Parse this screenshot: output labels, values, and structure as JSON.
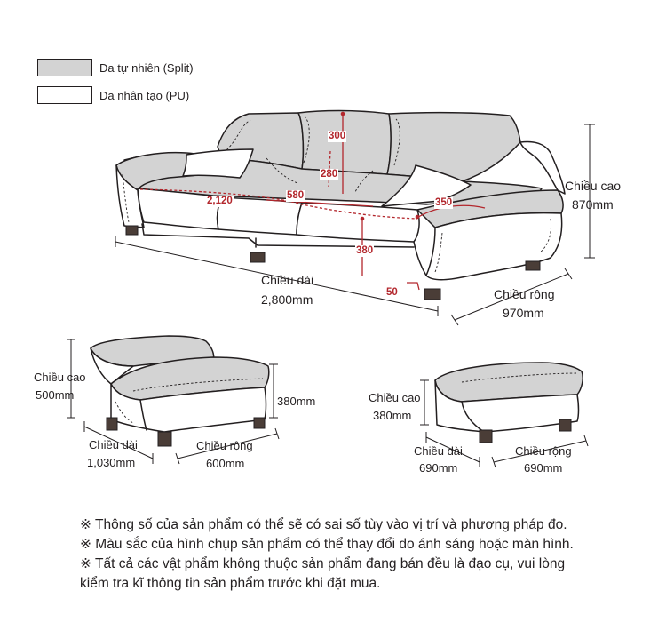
{
  "legend": [
    {
      "label": "Da tự nhiên (Split)",
      "fill": "#d3d3d3"
    },
    {
      "label": "Da nhân tạo (PU)",
      "fill": "#ffffff"
    }
  ],
  "colors": {
    "line": "#231f20",
    "grey": "#d3d3d3",
    "accent": "#b3272d"
  },
  "sofa": {
    "measures": {
      "back_height": "300",
      "cushion_depth": "280",
      "seat_width": "580",
      "seat_length": "2,120",
      "armrest_width": "350",
      "seat_height": "380",
      "leg_height": "50"
    },
    "height_label": "Chiều cao",
    "height_value": "870mm",
    "length_label": "Chiều dài",
    "length_value": "2,800mm",
    "depth_label": "Chiều rộng",
    "depth_value": "970mm"
  },
  "chaise": {
    "height_label": "Chiều cao",
    "height_value": "500mm",
    "seat_height_value": "380mm",
    "length_label": "Chiều dài",
    "length_value": "1,030mm",
    "depth_label": "Chiều rộng",
    "depth_value": "600mm"
  },
  "ottoman": {
    "height_label": "Chiều cao",
    "height_value": "380mm",
    "length_label": "Chiều dài",
    "length_value": "690mm",
    "depth_label": "Chiều rộng",
    "depth_value": "690mm"
  },
  "notes": [
    "※ Thông số của sản phẩm có thể sẽ có sai số tùy vào vị trí và phương pháp đo.",
    "※ Màu sắc của hình chụp sản phẩm có thể thay đổi do ánh sáng hoặc màn hình.",
    "※ Tất cả các vật phẩm không thuộc sản phẩm đang bán đều là đạo cụ, vui lòng",
    "kiểm tra kĩ thông tin sản phẩm trước khi đặt mua."
  ]
}
